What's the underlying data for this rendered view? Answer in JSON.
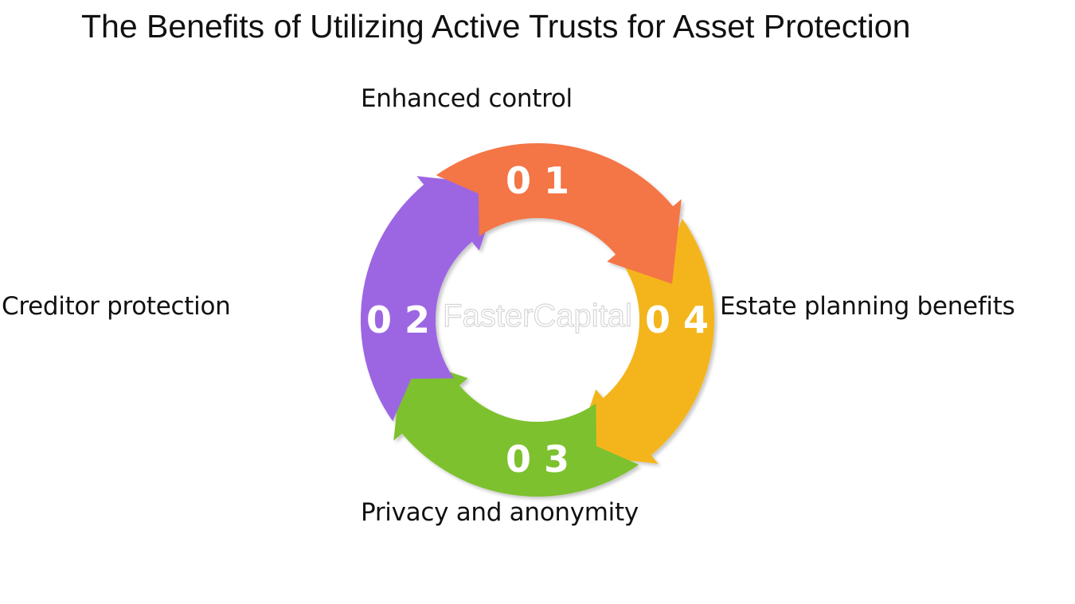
{
  "title": "The Benefits of Utilizing Active Trusts for Asset Protection",
  "watermark": "FasterCapital",
  "steps": [
    {
      "number": "0 1",
      "label": "Enhanced control",
      "color": "#F47445"
    },
    {
      "number": "0 2",
      "label": "Creditor protection",
      "color": "#9C66E3"
    },
    {
      "number": "0 3",
      "label": "Privacy and anonymity",
      "color": "#7DC12E"
    },
    {
      "number": "0 4",
      "label": "Estate planning benefits",
      "color": "#F4B51C"
    }
  ]
}
